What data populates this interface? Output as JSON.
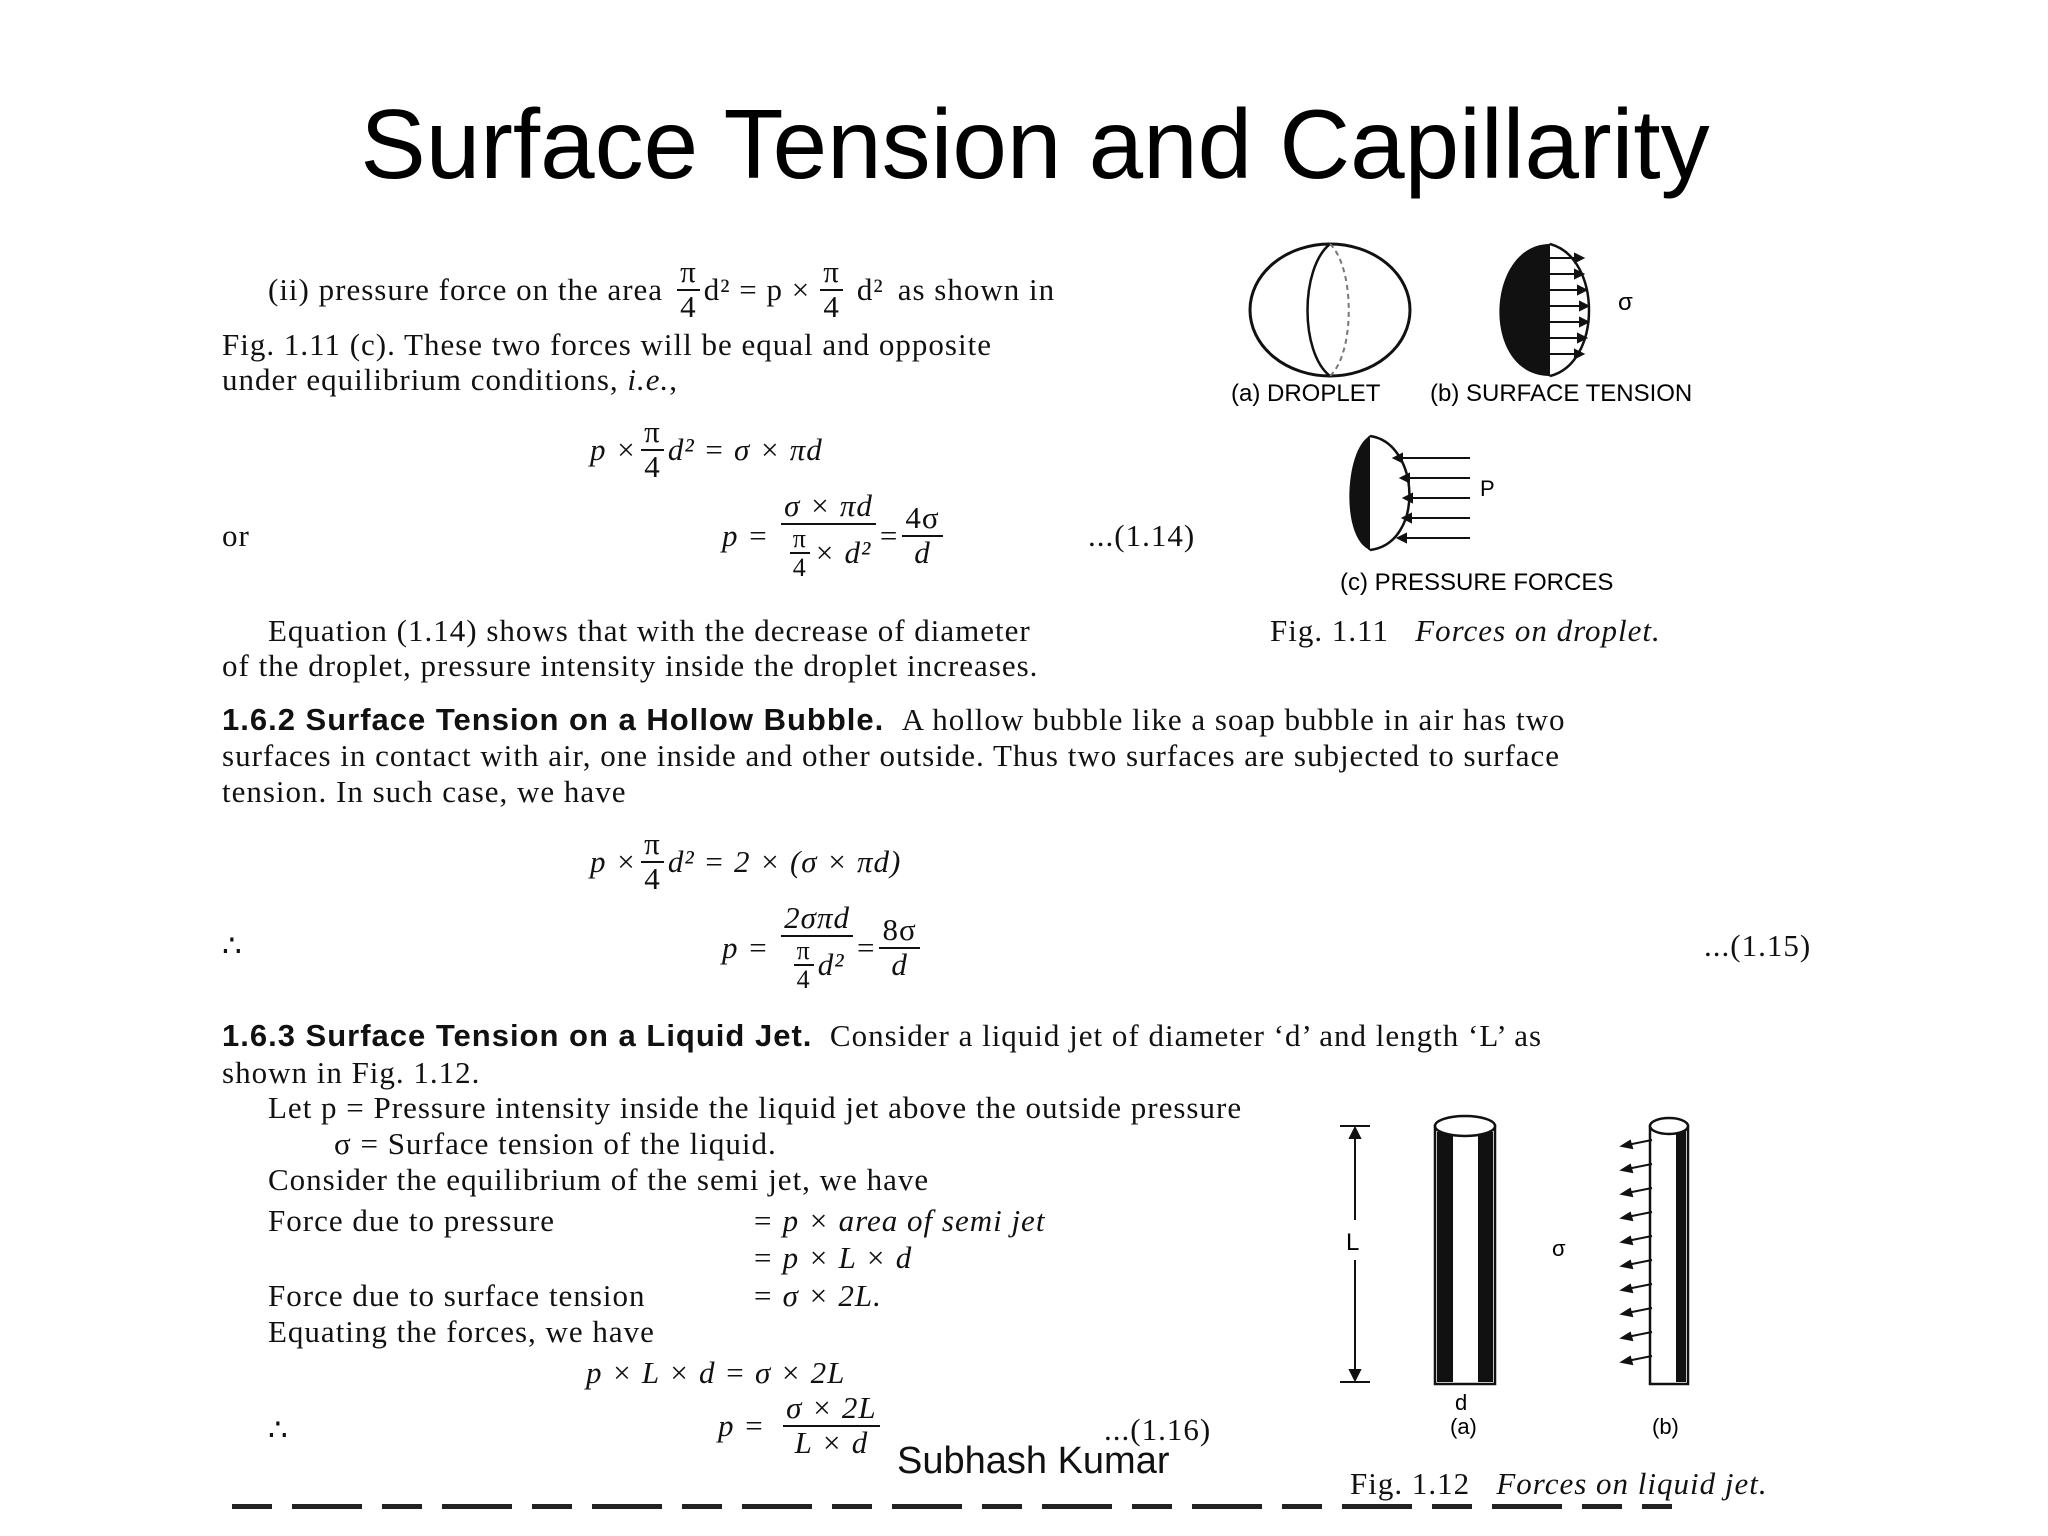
{
  "slide": {
    "title": "Surface Tension and Capillarity",
    "footer": "Subhash Kumar"
  },
  "text": {
    "p1_lead": "(ii) pressure force on the area",
    "p1_as_shown": "as shown in",
    "p1_line2": "Fig. 1.11 (c). These two forces will be equal and opposite",
    "p1_line3_a": "under equilibrium conditions, ",
    "p1_line3_b": "i.e.",
    "p1_line3_c": ",",
    "or": "or",
    "eq_114_tag": "...(1.14)",
    "p2_line1": "Equation (1.14) shows that with the decrease of diameter",
    "p2_line2": "of the droplet, pressure intensity inside the droplet increases.",
    "s162_heading": "1.6.2   Surface Tension on a Hollow Bubble.",
    "s162_line1_rest": "A hollow bubble like a soap bubble in air has two",
    "s162_line2": "surfaces in contact with air, one inside and other outside. Thus two surfaces are subjected to surface",
    "s162_line3": "tension. In such case, we have",
    "therefore": "∴",
    "eq_115_tag": "...(1.15)",
    "s163_heading": "1.6.3   Surface Tension on a Liquid Jet.",
    "s163_line1_rest": "Consider a liquid jet of diameter ‘d’ and length ‘L’ as",
    "s163_line2": "shown in Fig. 1.12.",
    "let_line": "Let p = Pressure intensity inside the liquid jet above the outside pressure",
    "sigma_line": "σ = Surface tension of the liquid.",
    "consider_line": "Consider the equilibrium of the semi jet, we have",
    "force_pressure_label": "Force due to pressure",
    "force_pressure_val1": "= p × area of semi jet",
    "force_pressure_val2": "= p × L × d",
    "force_st_label": "Force due to surface tension",
    "force_st_val": "= σ × 2L.",
    "equating_line": "Equating the forces, we have",
    "eq_jet": "p × L × d = σ × 2L",
    "eq_116_tag": "...(1.16)"
  },
  "equations": {
    "area_frac_num": "π",
    "area_frac_den": "4",
    "area_d2": "d² = p ×",
    "area_d2_b": "d²",
    "eq1_lhs": "p ×",
    "eq1_rhs": "d² = σ × πd",
    "eq114_lhs": "p =",
    "eq114_num": "σ × πd",
    "eq114_den_num": "π",
    "eq114_den_den": "4",
    "eq114_den_rest": "× d²",
    "eq114_eq": "=",
    "eq114_r_num": "4σ",
    "eq114_r_den": "d",
    "bub_lhs": "p ×",
    "bub_rhs": "d² = 2 × (σ × πd)",
    "eq115_lhs": "p =",
    "eq115_num": "2σπd",
    "eq115_den_rest": "d²",
    "eq115_r_num": "8σ",
    "eq115_r_den": "d",
    "eq116_lhs": "p =",
    "eq116_num": "σ × 2L",
    "eq116_den": "L × d"
  },
  "figures": {
    "fig111_a": "(a) DROPLET",
    "fig111_b": "(b) SURFACE TENSION",
    "fig111_c": "(c) PRESSURE FORCES",
    "sigma": "σ",
    "p_label": "P",
    "fig111_caption_a": "Fig. 1.11",
    "fig111_caption_b": "Forces on droplet.",
    "L_label": "L",
    "d_label": "d",
    "jet_a": "(a)",
    "jet_b": "(b)",
    "fig112_caption_a": "Fig. 1.12",
    "fig112_caption_b": "Forces on liquid jet."
  }
}
